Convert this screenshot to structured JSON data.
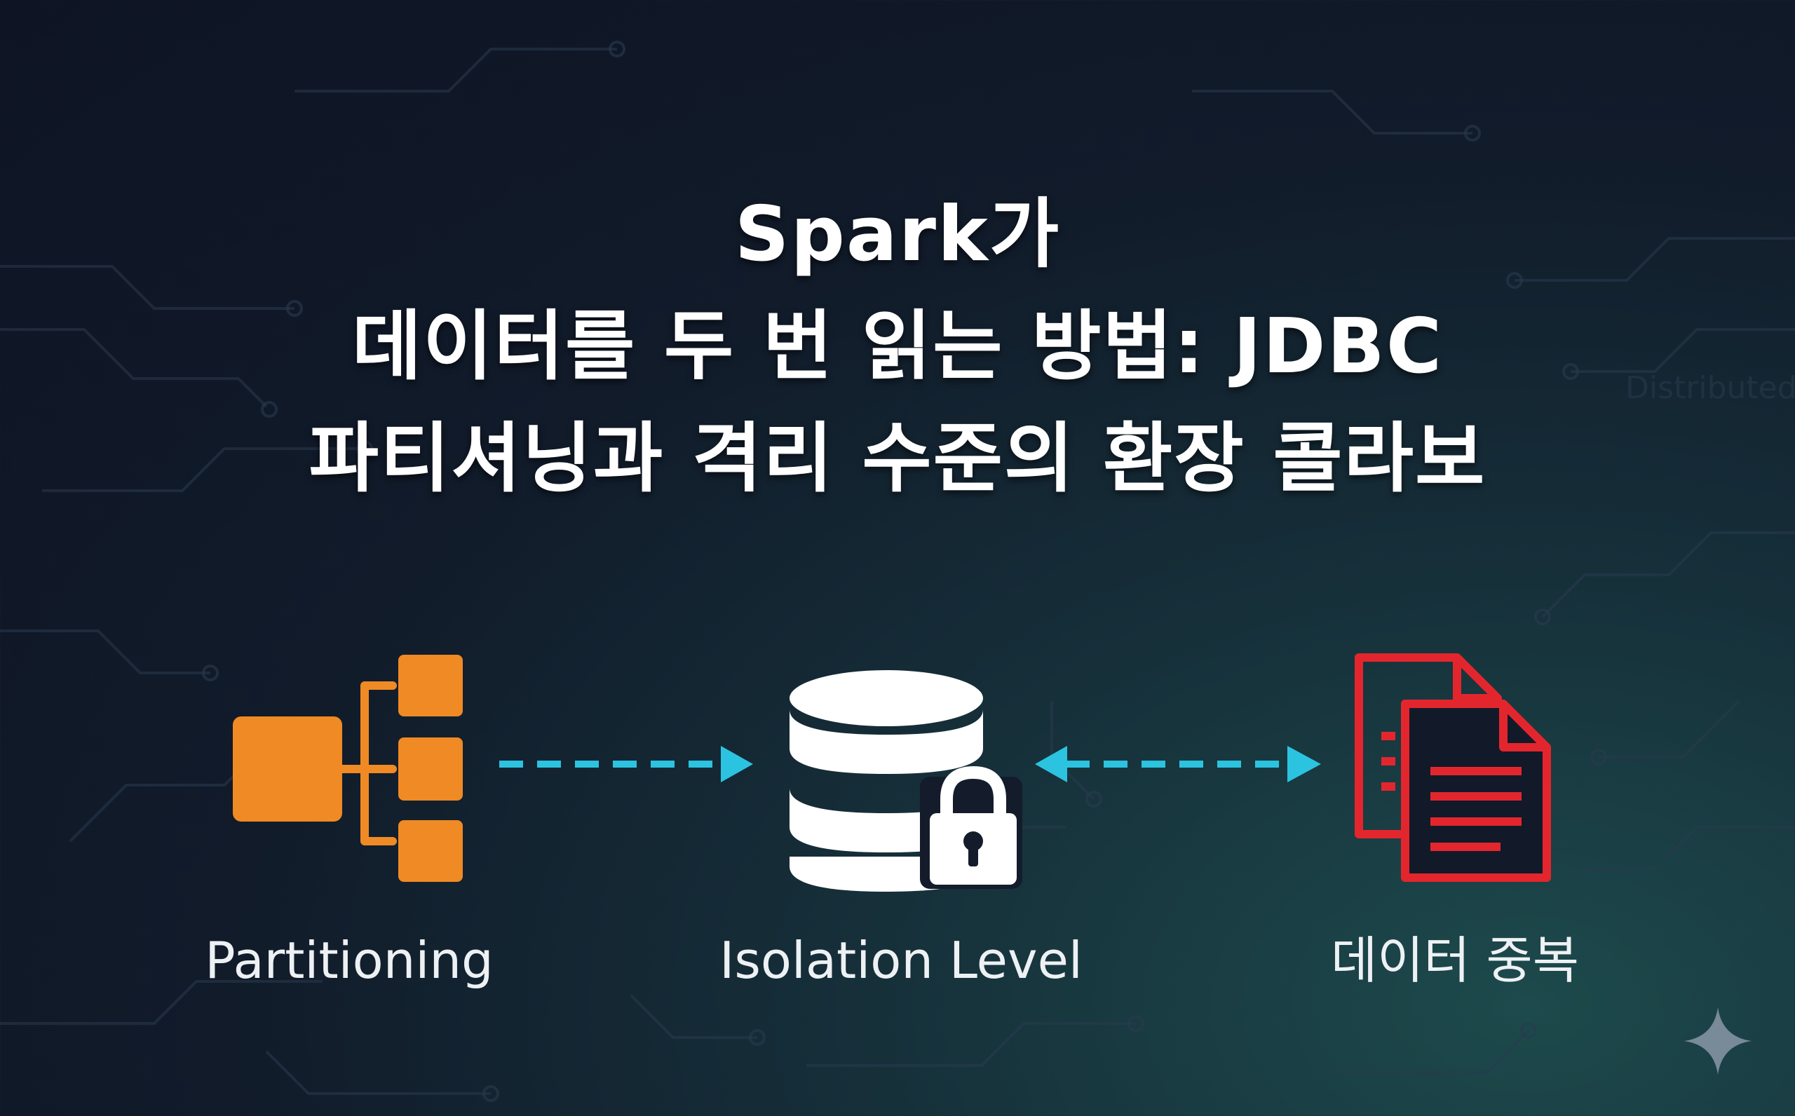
{
  "title": {
    "line1": "Spark가",
    "line2": "데이터를 두 번 읽는 방법: JDBC",
    "line3": "파티셔닝과 격리 수준의 환장 콜라보"
  },
  "background_text": "Distributed",
  "diagram": {
    "nodes": [
      {
        "id": "partitioning",
        "icon": "partition-tree-icon",
        "label": "Partitioning",
        "color": "#f08a24"
      },
      {
        "id": "isolation",
        "icon": "database-lock-icon",
        "label": "Isolation Level",
        "color": "#ffffff"
      },
      {
        "id": "duplication",
        "icon": "duplicate-documents-icon",
        "label": "데이터 중복",
        "color": "#e3262e"
      }
    ],
    "edges": [
      {
        "from": "partitioning",
        "to": "isolation",
        "style": "dashed",
        "direction": "forward",
        "color": "#2cc3e0"
      },
      {
        "from": "isolation",
        "to": "duplication",
        "style": "dashed",
        "direction": "both",
        "color": "#2cc3e0"
      }
    ]
  },
  "colors": {
    "background": "#0e1424",
    "accent_orange": "#f08a24",
    "accent_red": "#e3262e",
    "arrow_cyan": "#2cc3e0",
    "text": "#ffffff"
  }
}
